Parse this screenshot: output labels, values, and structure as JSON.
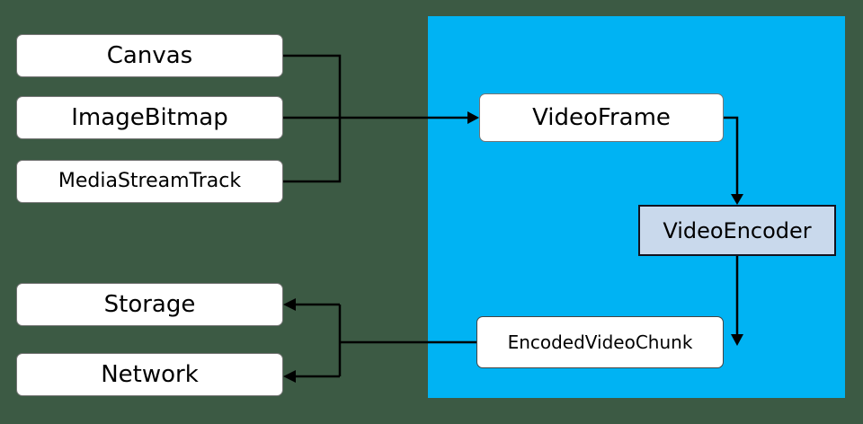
{
  "nodes": {
    "canvas": {
      "label": "Canvas"
    },
    "image_bitmap": {
      "label": "ImageBitmap"
    },
    "media_stream_track": {
      "label": "MediaStreamTrack"
    },
    "video_frame": {
      "label": "VideoFrame"
    },
    "video_encoder": {
      "label": "VideoEncoder"
    },
    "encoded_video_chunk": {
      "label": "EncodedVideoChunk"
    },
    "storage": {
      "label": "Storage"
    },
    "network": {
      "label": "Network"
    }
  },
  "edges": [
    {
      "from": "Canvas",
      "to": "VideoFrame"
    },
    {
      "from": "ImageBitmap",
      "to": "VideoFrame"
    },
    {
      "from": "MediaStreamTrack",
      "to": "VideoFrame"
    },
    {
      "from": "VideoFrame",
      "to": "VideoEncoder"
    },
    {
      "from": "VideoEncoder",
      "to": "EncodedVideoChunk"
    },
    {
      "from": "EncodedVideoChunk",
      "to": "Storage"
    },
    {
      "from": "EncodedVideoChunk",
      "to": "Network"
    }
  ],
  "colors": {
    "background": "#3c5a44",
    "highlight_region": "#00b3f3",
    "node_fill": "#ffffff",
    "encoder_fill": "#c9d9ec",
    "line": "#000000"
  }
}
